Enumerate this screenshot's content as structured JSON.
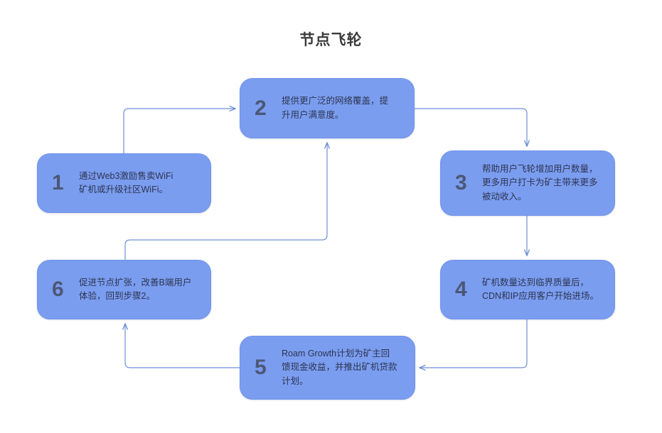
{
  "title": "节点飞轮",
  "colors": {
    "background": "#ffffff",
    "node_fill": "#7b9df0",
    "node_border": "#6f93ea",
    "node_text": "#2c3550",
    "node_number": "#4c5776",
    "edge_stroke": "#6f8fd6",
    "title_text": "#3b3b3b"
  },
  "nodes": [
    {
      "id": "1",
      "number": "1",
      "text": "通过Web3激励售卖WiFi\n矿机或升级社区WiFi。"
    },
    {
      "id": "2",
      "number": "2",
      "text": "提供更广泛的网络覆盖，提\n升用户满意度。"
    },
    {
      "id": "3",
      "number": "3",
      "text": "帮助用户飞轮增加用户数量，\n更多用户打卡为矿主带来更多\n被动收入。"
    },
    {
      "id": "4",
      "number": "4",
      "text": "矿机数量达到临界质量后，\nCDN和IP应用客户开始进场。"
    },
    {
      "id": "5",
      "number": "5",
      "text": "Roam Growth计划为矿主回\n馈现金收益，并推出矿机贷款\n计划。"
    },
    {
      "id": "6",
      "number": "6",
      "text": "促进节点扩张，改善B端用户\n体验，回到步骤2。"
    }
  ],
  "edges": [
    {
      "id": "e1-2",
      "from": "1",
      "to": "2",
      "label": ""
    },
    {
      "id": "e2-3",
      "from": "2",
      "to": "3",
      "label": ""
    },
    {
      "id": "e3-4",
      "from": "3",
      "to": "4",
      "label": ""
    },
    {
      "id": "e4-5",
      "from": "4",
      "to": "5",
      "label": ""
    },
    {
      "id": "e5-6",
      "from": "5",
      "to": "6",
      "label": ""
    },
    {
      "id": "e6-2",
      "from": "6",
      "to": "2",
      "label": ""
    }
  ]
}
